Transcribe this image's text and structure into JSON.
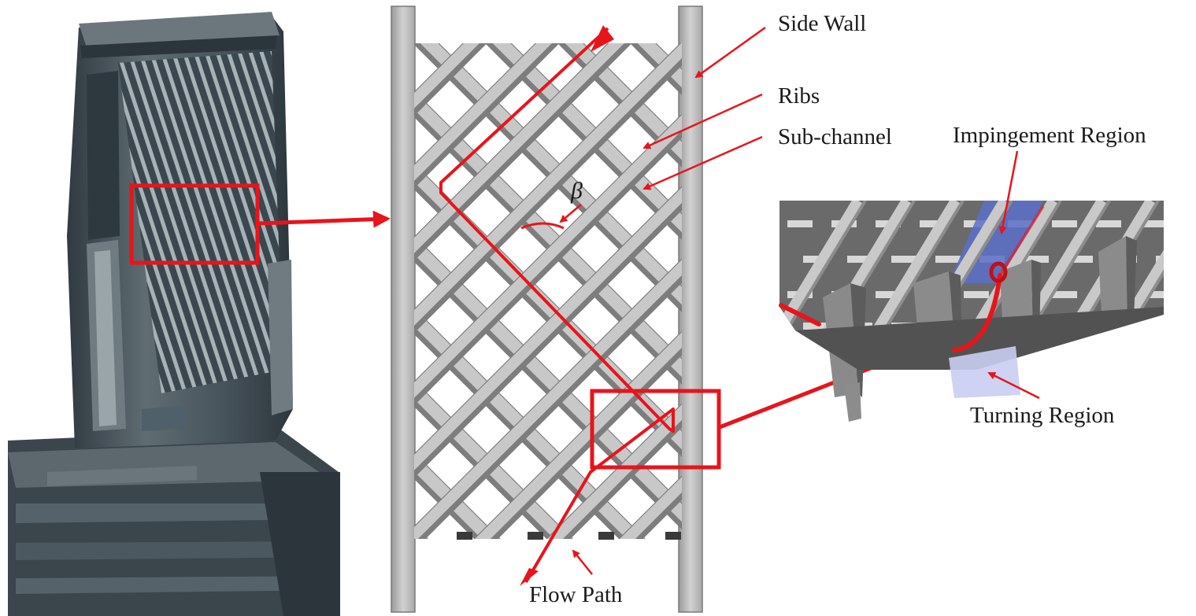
{
  "labels": {
    "side_wall": "Side Wall",
    "ribs": "Ribs",
    "sub_channel": "Sub-channel",
    "beta": "β",
    "impingement": "Impingement Region",
    "turning": "Turning Region",
    "flow_path": "Flow Path"
  },
  "colors": {
    "accent_red": "#e8141b",
    "rib_light": "#c8c8c8",
    "rib_dark": "#7d7d7d",
    "blade_dark": "#3e4a52",
    "blade_light": "#8a969c",
    "impinge_blue": "#5b6fc9",
    "turn_blue": "#c9cdf2"
  }
}
